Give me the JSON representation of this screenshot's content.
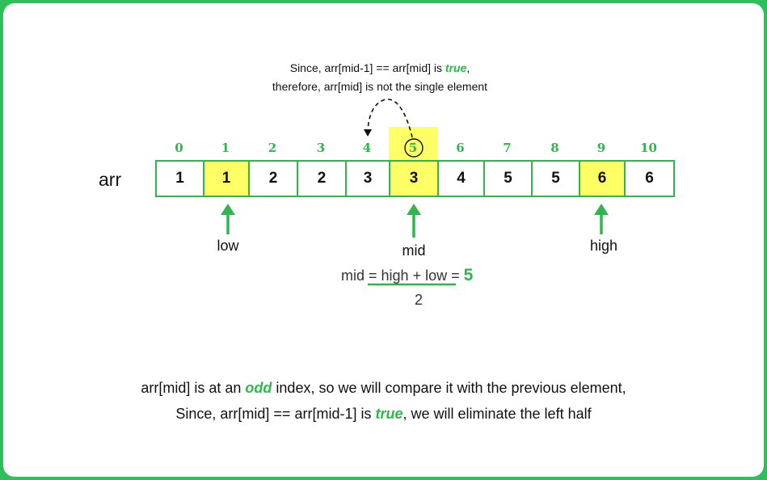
{
  "note": {
    "line1_prefix": "Since, arr[mid-1] == arr[mid] is ",
    "line1_emph": "true",
    "line1_suffix": ",",
    "line2": "therefore, arr[mid] is not the single element"
  },
  "array": {
    "name": "arr",
    "indices": [
      "0",
      "1",
      "2",
      "3",
      "4",
      "5",
      "6",
      "7",
      "8",
      "9",
      "10"
    ],
    "values": [
      "1",
      "1",
      "2",
      "2",
      "3",
      "3",
      "4",
      "5",
      "5",
      "6",
      "6"
    ],
    "highlighted": [
      1,
      5,
      9
    ],
    "circled_index": 5
  },
  "pointers": {
    "low": "low",
    "mid": "mid",
    "high": "high"
  },
  "formula": {
    "lhs": "mid = ",
    "numerator": "high + low",
    "equals": " = ",
    "result": "5",
    "denominator": "2"
  },
  "explanation": {
    "line1_prefix": "arr[mid] is at an ",
    "line1_emph": "odd",
    "line1_suffix": " index, so we will compare it with the previous element,",
    "line2_prefix": "Since, arr[mid] == arr[mid-1] is ",
    "line2_emph": "true",
    "line2_suffix": ", we will eliminate the left half"
  },
  "colors": {
    "accent": "#2eb84c",
    "highlight": "#ffff66",
    "border": "#2fbf5a"
  }
}
